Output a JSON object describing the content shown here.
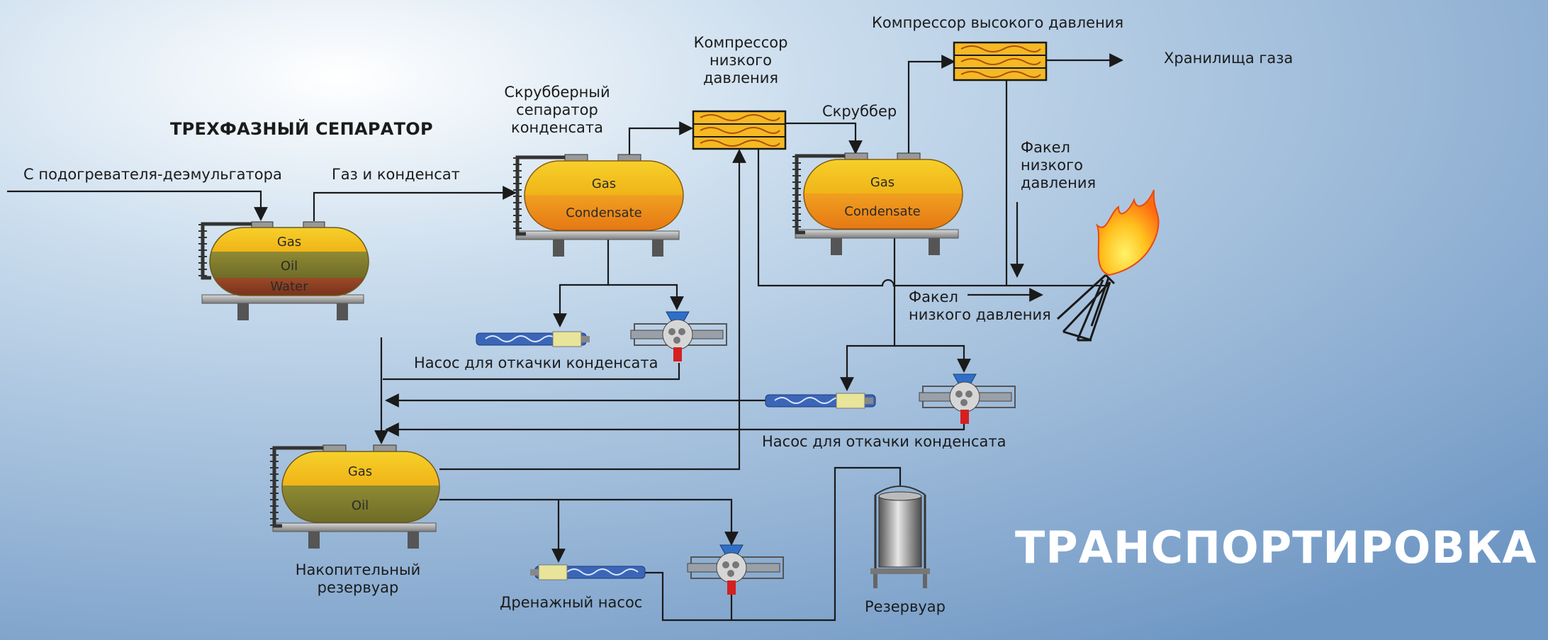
{
  "labels": {
    "three_phase_separator": "ТРЕХФАЗНЫЙ СЕПАРАТОР",
    "from_heater": "С подогревателя-деэмульгатора",
    "gas_condensate": "Газ и конденсат",
    "scrubber_separator": "Скрубберный\nсепаратор\nконденсата",
    "lp_compressor": "Компрессор\nнизкого\nдавления",
    "hp_compressor": "Компрессор высокого давления",
    "scrubber": "Скруббер",
    "gas_storage": "Хранилища газа",
    "lp_flare_top": "Факел\nнизкого\nдавления",
    "lp_flare_mid": "Факел\nнизкого давления",
    "pump_condensate_1": "Насос для откачки конденсата",
    "pump_condensate_2": "Насос для откачки конденсата",
    "storage_tank": "Накопительный\nрезервуар",
    "drain_pump": "Дренажный насос",
    "reservoir": "Резервуар",
    "transport": "ТРАНСПОРТИРОВКА"
  },
  "tanks": {
    "three_phase": [
      "Gas",
      "Oil",
      "Water"
    ],
    "scrubber_separator": [
      "Gas",
      "Condensate"
    ],
    "scrubber": [
      "Gas",
      "Condensate"
    ],
    "storage": [
      "Gas",
      "Oil"
    ]
  },
  "colors": {
    "flow_line": "#1a1a1a",
    "gas": "#f3c41a",
    "condensate": "#ee8d18",
    "oil": "#7d7a2c",
    "water": "#8a3c22",
    "compressor": "#f5b923",
    "transport_text": "#ffffff"
  }
}
